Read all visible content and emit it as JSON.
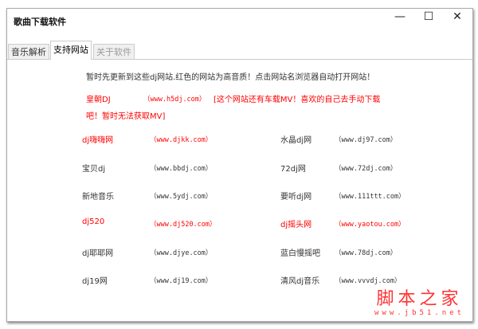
{
  "window": {
    "title": "歌曲下载软件",
    "minimize": "—",
    "maximize": "☐",
    "close": "✕"
  },
  "tabs": [
    {
      "label": "音乐解析"
    },
    {
      "label": "支持网站",
      "active": true
    },
    {
      "label": "关于软件",
      "disabled": true
    }
  ],
  "intro": "暂时先更新到这些dj网站.红色的网站为高音质！点击网站名浏览器自动打开网站！",
  "featured": {
    "name": "皇朝DJ",
    "url": "（www.h5dj.com）",
    "note1": "[这个网站还有车载MV！喜欢的自己去手动下载",
    "note2": "吧！暂时无法获取MV]"
  },
  "sites": [
    {
      "name": "dj嗨嗨网",
      "url": "（www.djkk.com）",
      "hq": true
    },
    {
      "name": "水晶dj网",
      "url": "（www.dj97.com）",
      "hq": false
    },
    {
      "name": "宝贝dj",
      "url": "（www.bbdj.com）",
      "hq": false
    },
    {
      "name": "72dj网",
      "url": "（www.72dj.com）",
      "hq": false
    },
    {
      "name": "新地音乐",
      "url": "（www.5ydj.com）",
      "hq": false
    },
    {
      "name": "要听dj网",
      "url": "（www.111ttt.com）",
      "hq": false
    },
    {
      "name": "dj520",
      "url": "（www.dj520.com）",
      "hq": true
    },
    {
      "name": "dj摇头网",
      "url": "（www.yaotou.com）",
      "hq": true
    },
    {
      "name": "dj耶耶网",
      "url": "（www.djye.com）",
      "hq": false
    },
    {
      "name": "蓝白慢摇吧",
      "url": "（www.78dj.com）",
      "hq": false
    },
    {
      "name": "dj19网",
      "url": "（www.dj19.com）",
      "hq": false
    },
    {
      "name": "清风dj音乐",
      "url": "（www.vvvdj.com）",
      "hq": false
    }
  ],
  "colors": {
    "hq": "#ff0000",
    "normal": "#333333"
  },
  "watermark": {
    "line1": "脚本之家",
    "line2": "www.jb51.net"
  }
}
